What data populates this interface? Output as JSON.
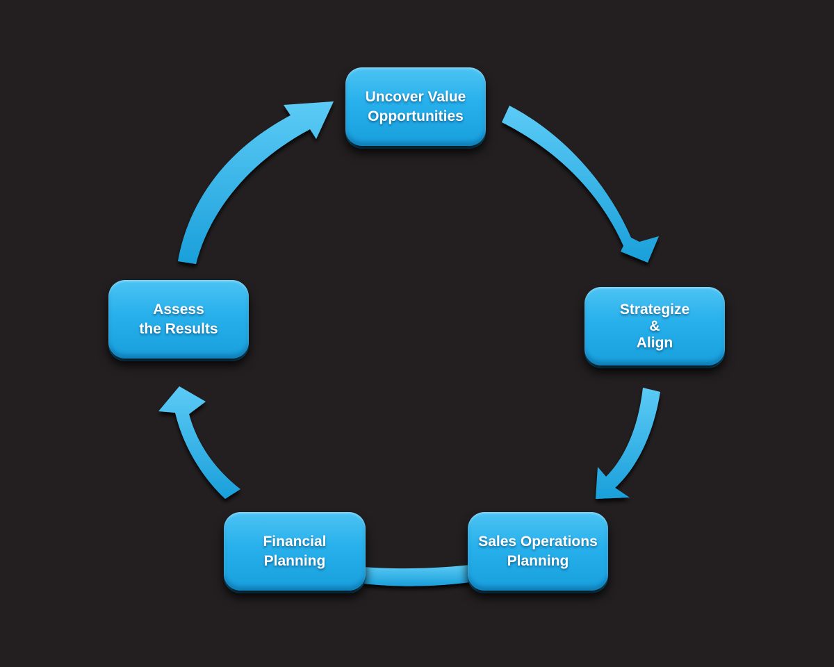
{
  "diagram": {
    "type": "cycle",
    "steps": [
      {
        "id": "uncover",
        "label": "Uncover Value\nOpportunities"
      },
      {
        "id": "strategize",
        "label": "Strategize\n&\nAlign"
      },
      {
        "id": "sales-ops",
        "label": "Sales Operations\nPlanning"
      },
      {
        "id": "financial",
        "label": "Financial\nPlanning"
      },
      {
        "id": "assess",
        "label": "Assess\nthe Results"
      }
    ],
    "flow": [
      [
        "uncover",
        "strategize"
      ],
      [
        "strategize",
        "sales-ops"
      ],
      [
        "sales-ops",
        "financial"
      ],
      [
        "financial",
        "assess"
      ],
      [
        "assess",
        "uncover"
      ]
    ],
    "colors": {
      "background": "#231f20",
      "node_fill": "#27b0ec",
      "arrow_fill": "#29b2ee",
      "text": "#ffffff"
    }
  }
}
